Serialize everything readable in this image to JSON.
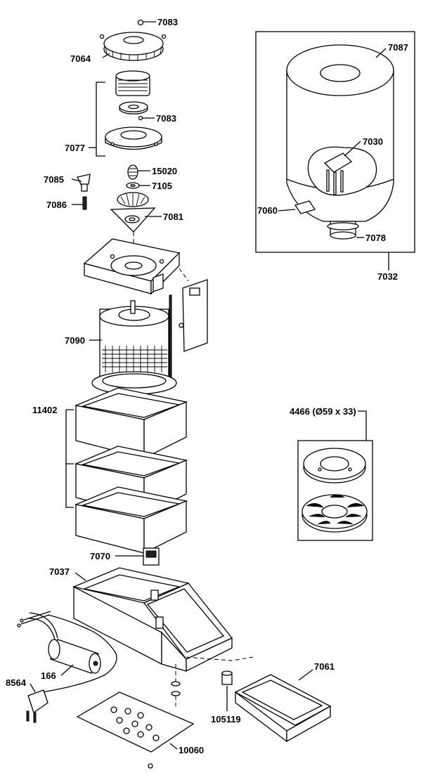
{
  "labels": {
    "p7083a": "7083",
    "p7064": "7064",
    "p7083b": "7083",
    "p7077": "7077",
    "p15020": "15020",
    "p7085": "7085",
    "p7105": "7105",
    "p7086": "7086",
    "p7081": "7081",
    "p7090": "7090",
    "p11402": "11402",
    "p7070": "7070",
    "p7037": "7037",
    "p166": "166",
    "p8564": "8564",
    "p10060": "10060",
    "p105119": "105119",
    "p7061": "7061",
    "p7087": "7087",
    "p7030": "7030",
    "p7060": "7060",
    "p7078": "7078",
    "p7032": "7032",
    "p4466": "4466 (Ø59 x 33)"
  }
}
